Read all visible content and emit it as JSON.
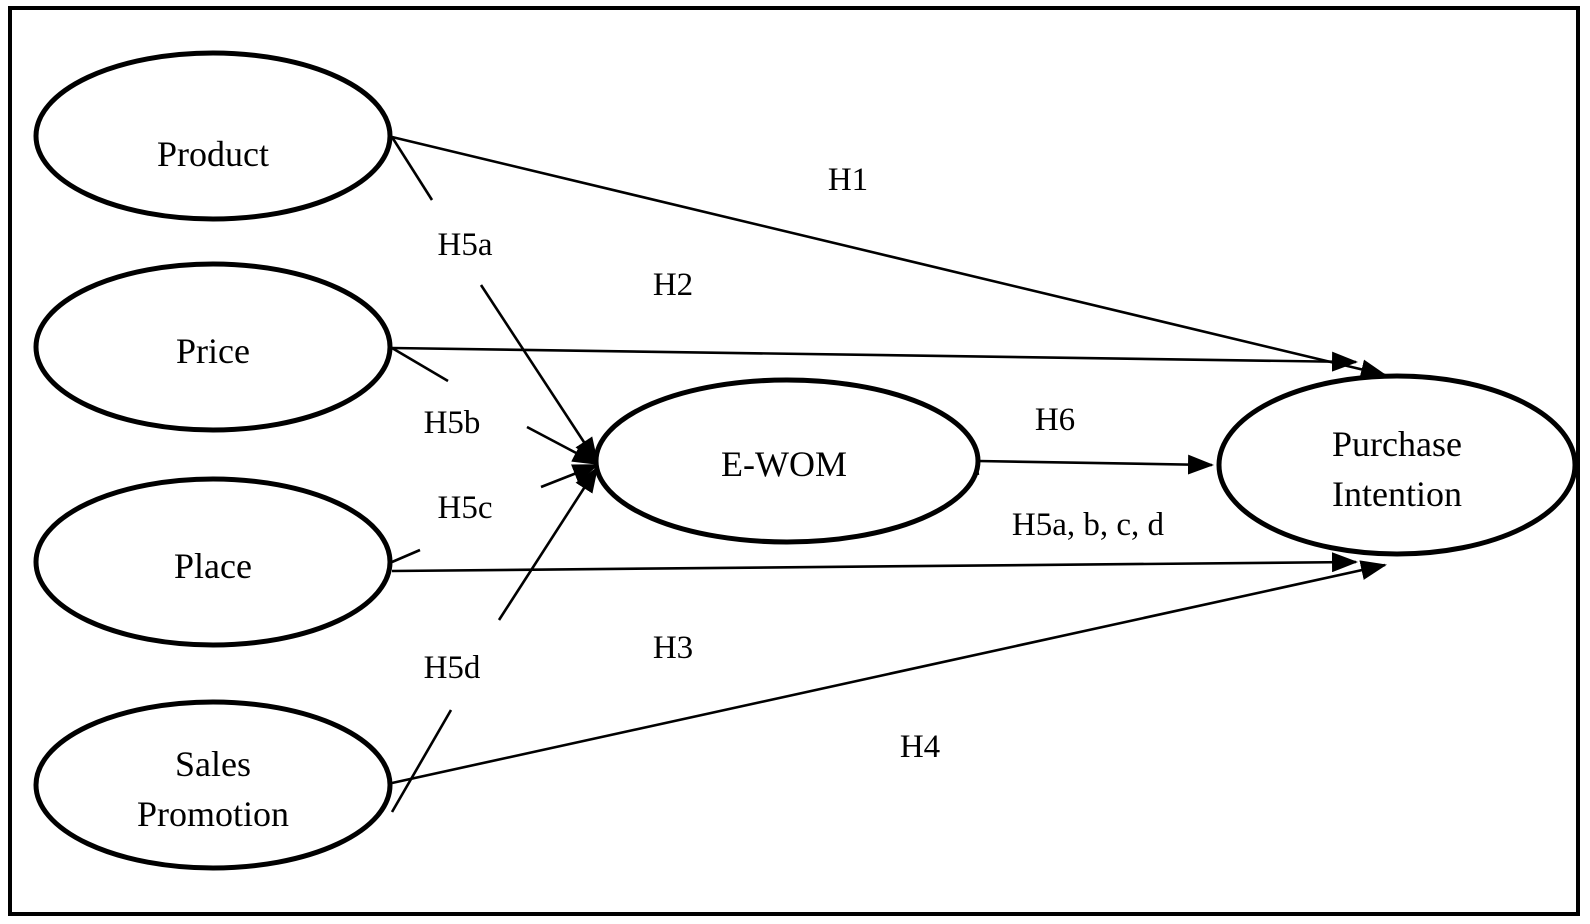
{
  "nodes": {
    "product": "Product",
    "price": "Price",
    "place": "Place",
    "sales_promotion_line1": "Sales",
    "sales_promotion_line2": "Promotion",
    "ewom": "E-WOM",
    "purchase_intention_line1": "Purchase",
    "purchase_intention_line2": "Intention"
  },
  "hypotheses": {
    "h1": "H1",
    "h2": "H2",
    "h3": "H3",
    "h4": "H4",
    "h5a": "H5a",
    "h5b": "H5b",
    "h5c": "H5c",
    "h5d": "H5d",
    "h6": "H6",
    "h5_all": "H5a, b, c, d"
  },
  "colors": {
    "stroke": "#000000",
    "background": "#ffffff"
  }
}
